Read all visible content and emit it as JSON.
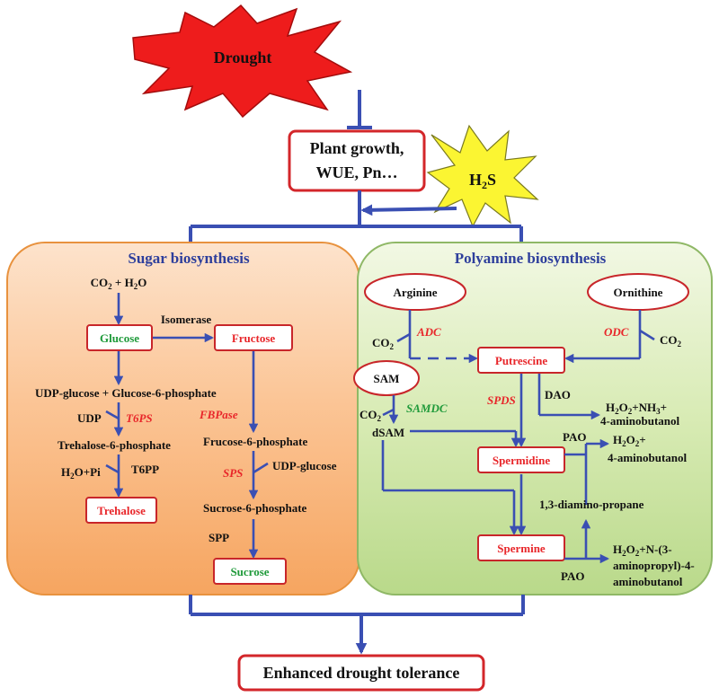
{
  "stress": {
    "drought": "Drought",
    "h2s_main": "H",
    "h2s_sub": "2",
    "h2s_tail": "S"
  },
  "growth_box": {
    "line1": "Plant growth,",
    "line2": "WUE, Pn…"
  },
  "outcome": "Enhanced drought tolerance",
  "sugar": {
    "title": "Sugar biosynthesis",
    "co2_h2o": {
      "a": "CO",
      "a_sub": "2",
      "b": " + H",
      "b_sub": "2",
      "c": "O"
    },
    "glucose": "Glucose",
    "isomerase": "Isomerase",
    "fructose": "Fructose",
    "udp_glucose_g6p": "UDP-glucose + Glucose-6-phosphate",
    "udp": "UDP",
    "t6ps": "T6PS",
    "fbpase": "FBPase",
    "trehalose_6p": "Trehalose-6-phosphate",
    "fructose_6p": "Frucose-6-phosphate",
    "h2o_pi": {
      "a": "H",
      "a_sub": "2",
      "b": "O+Pi"
    },
    "t6pp": "T6PP",
    "sps": "SPS",
    "udp_glucose": "UDP-glucose",
    "trehalose": "Trehalose",
    "sucrose_6p": "Sucrose-6-phosphate",
    "spp": "SPP",
    "sucrose": "Sucrose"
  },
  "polyamine": {
    "title": "Polyamine biosynthesis",
    "arginine": "Arginine",
    "ornithine": "Ornithine",
    "co2_left": {
      "a": "CO",
      "a_sub": "2"
    },
    "adc": "ADC",
    "odc": "ODC",
    "co2_right": {
      "a": "CO",
      "a_sub": "2"
    },
    "sam": "SAM",
    "putrescine": "Putrescine",
    "samdc": "SAMDC",
    "spds": "SPDS",
    "dao": "DAO",
    "co2_sam": {
      "a": "CO",
      "a_sub": "2"
    },
    "dsam": "dSAM",
    "h2o2_nh3": {
      "a": "H",
      "a_sub": "2",
      "b": "O",
      "b_sub": "2",
      "c": "+NH",
      "c_sub": "3",
      "d": "+"
    },
    "aminobutanol_1": "4-aminobutanol",
    "pao_top": "PAO",
    "h2o2_plus": {
      "a": "H",
      "a_sub": "2",
      "b": "O",
      "b_sub": "2",
      "c": "+"
    },
    "aminobutanol_2": "4-aminobutanol",
    "spermidine": "Spermidine",
    "diaminopropane": "1,3-diamino-propane",
    "spermine": "Spermine",
    "h2o2_n3": {
      "a": "H",
      "a_sub": "2",
      "b": "O",
      "b_sub": "2",
      "c": "+N-(3-"
    },
    "aminopropyl": "aminopropyl)-4-",
    "aminobutanol_3": "aminobutanol",
    "pao_bottom": "PAO"
  }
}
